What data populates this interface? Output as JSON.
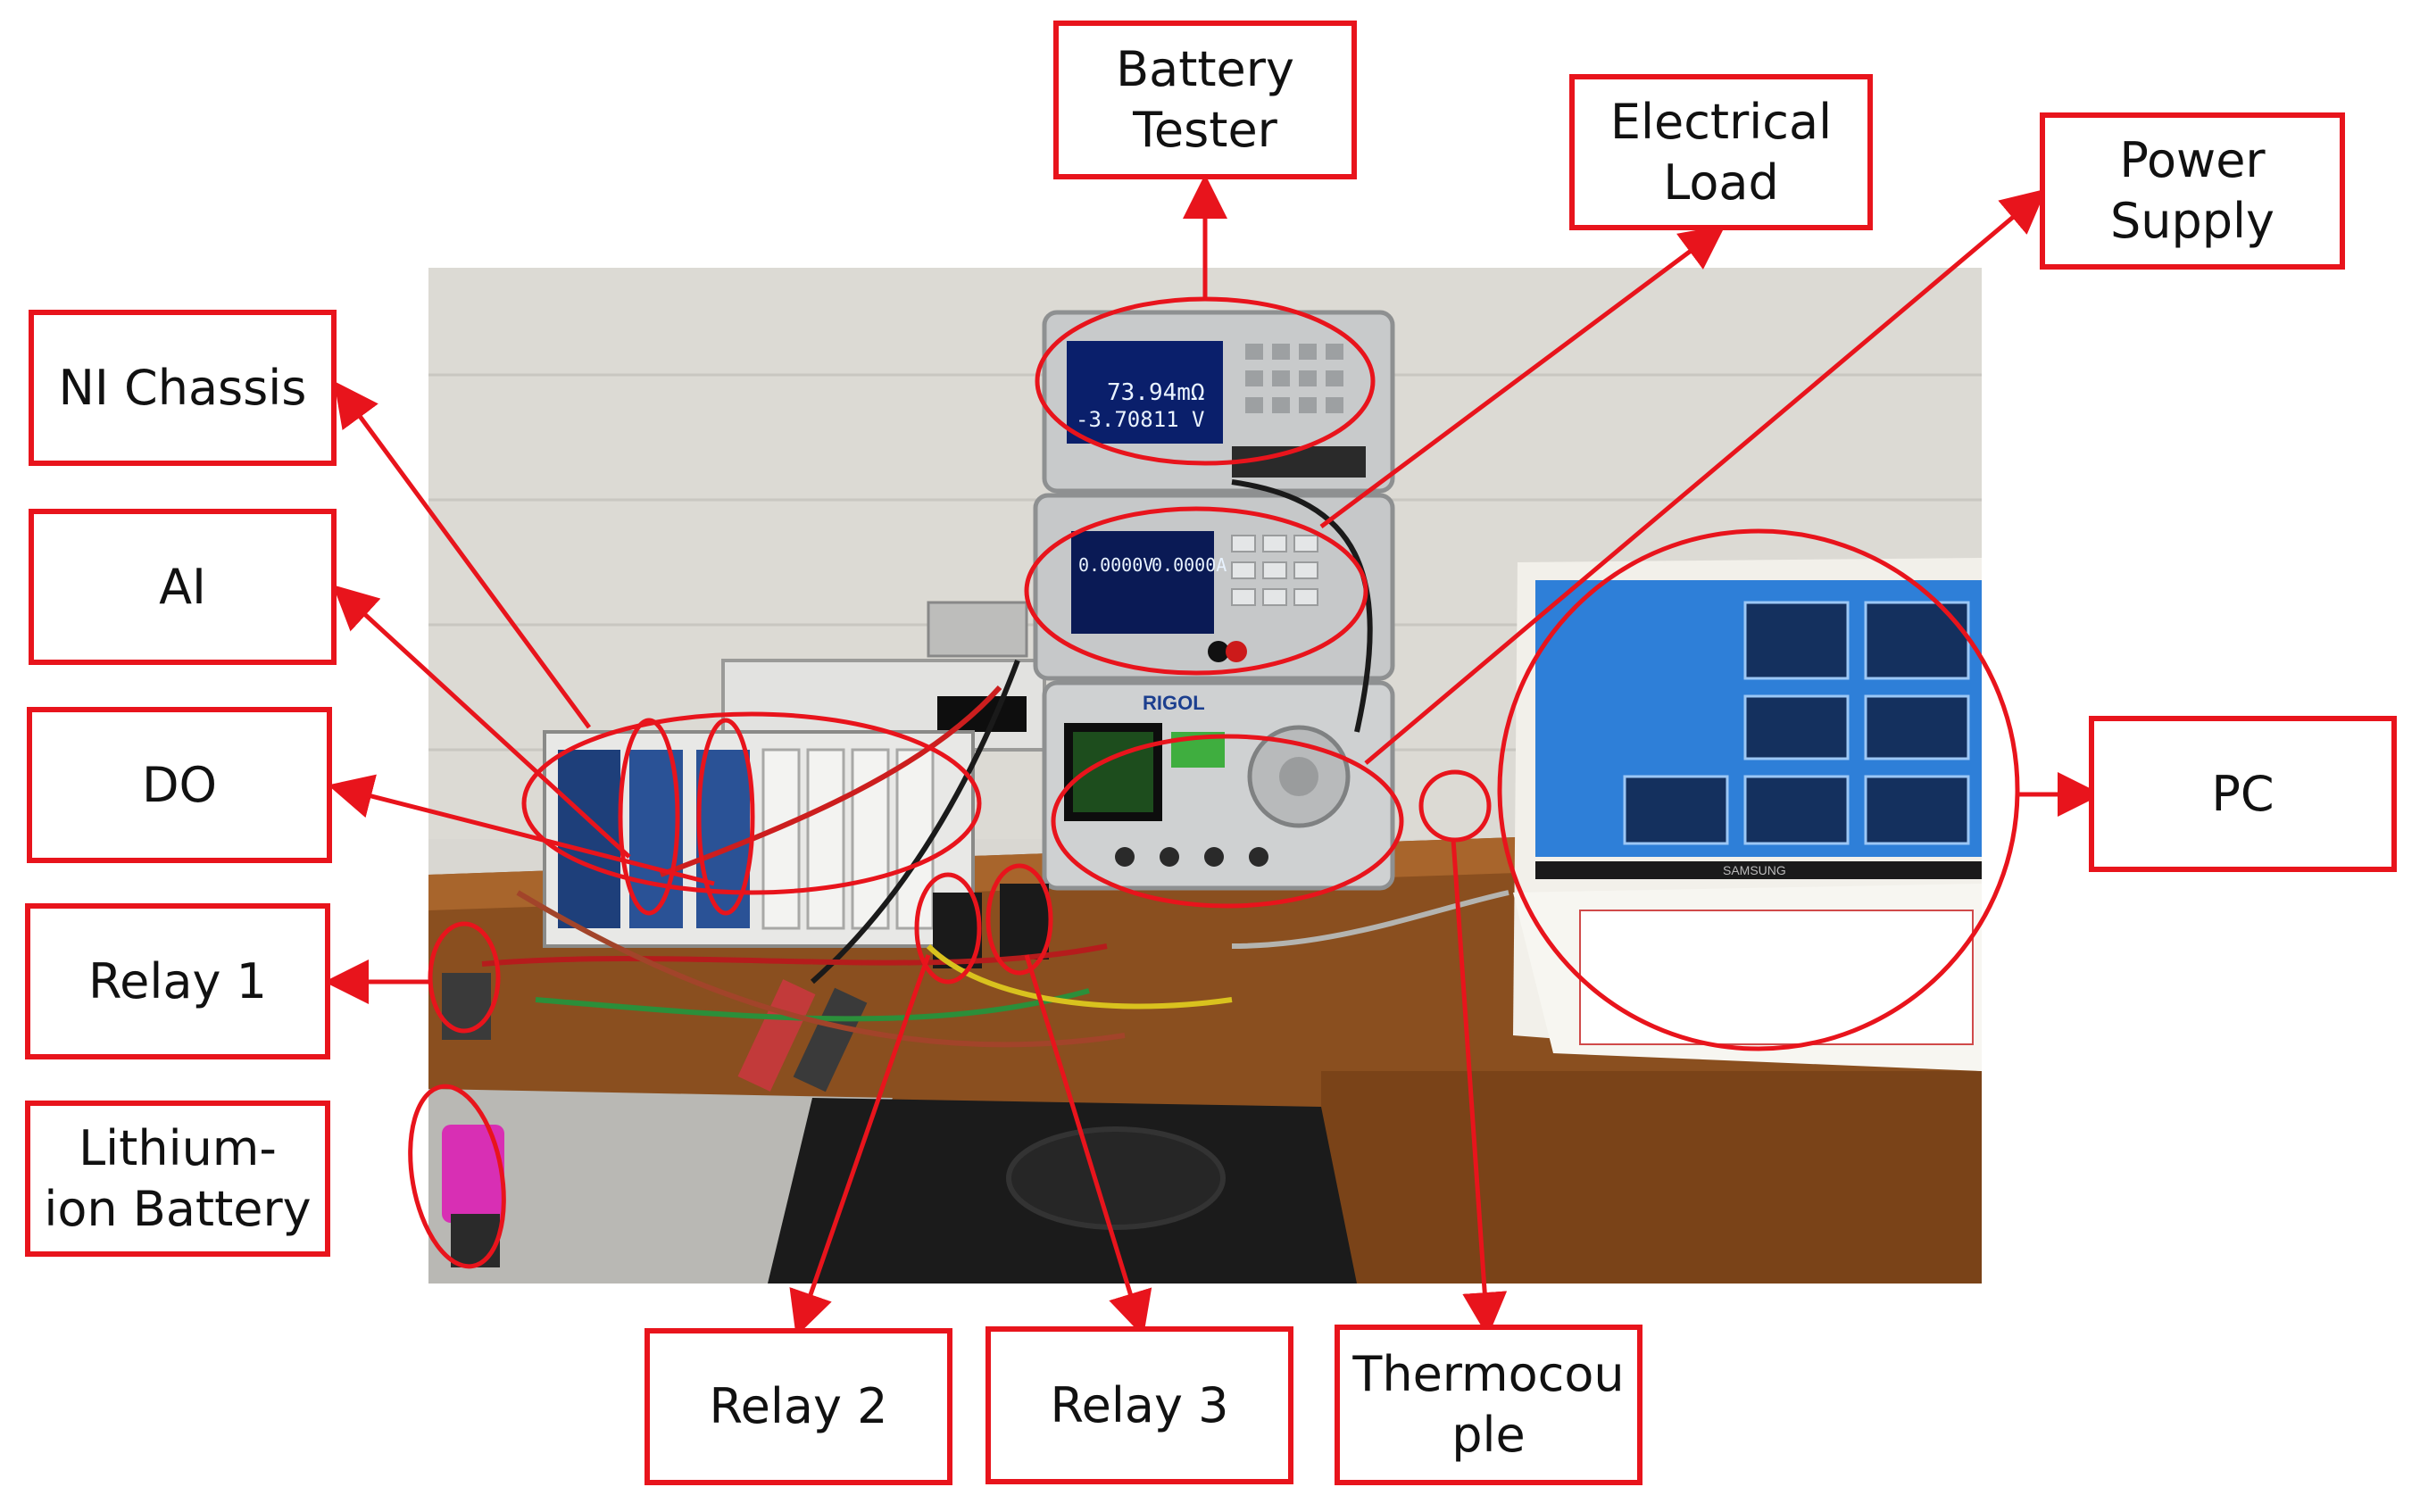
{
  "labels": {
    "battery_tester": "Battery\nTester",
    "electrical_load": "Electrical\nLoad",
    "power_supply": "Power\nSupply",
    "ni_chassis": "NI Chassis",
    "ai": "AI",
    "do": "DO",
    "relay_1": "Relay 1",
    "lithium_ion_battery": "Lithium-\nion Battery",
    "pc": "PC",
    "relay_2": "Relay 2",
    "relay_3": "Relay 3",
    "thermocouple": "Thermocou\nple"
  },
  "photo": {
    "tester_readout_1": "73.94mΩ",
    "tester_readout_2": "-3.70811 V",
    "load_readout_1": "0.0000V",
    "load_readout_2": "0.0000A",
    "supply_brand": "RIGOL",
    "laptop_brand": "SAMSUNG"
  },
  "colors": {
    "annotation": "#e8141c",
    "wall": "#d9d7d2",
    "desk": "#8a4f1f",
    "instrument": "#c8cacb",
    "screen": "#2e7fd8"
  }
}
